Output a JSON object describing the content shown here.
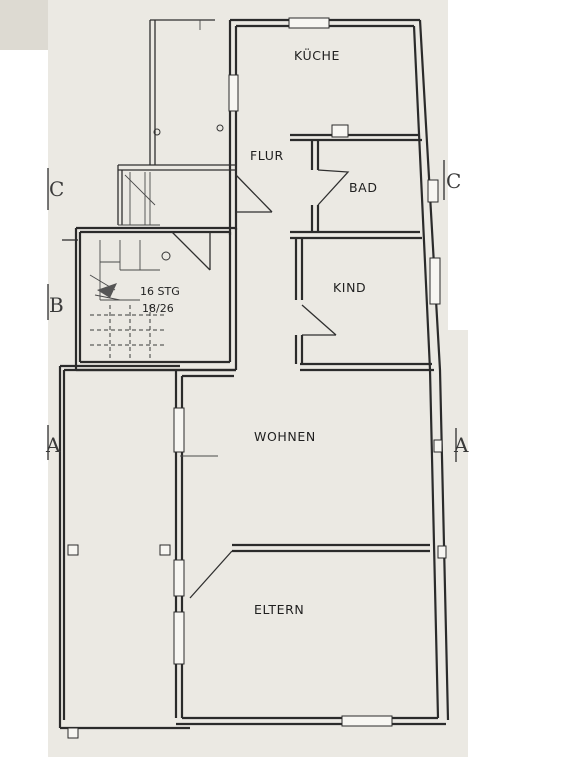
{
  "plan": {
    "rooms": {
      "kueche": "KÜCHE",
      "flur": "FLUR",
      "bad": "BAD",
      "kind": "KIND",
      "wohnen": "WOHNEN",
      "eltern": "ELTERN"
    },
    "stairs": {
      "steps": "16 STG",
      "ratio": "18/26"
    },
    "axis_markers": {
      "c_left": "C",
      "c_right": "C",
      "b_left": "B",
      "a_left": "A",
      "a_right": "A"
    }
  },
  "colors": {
    "paper": "#ebe9e3",
    "ink": "#2b2b2b",
    "background": "#ffffff"
  }
}
